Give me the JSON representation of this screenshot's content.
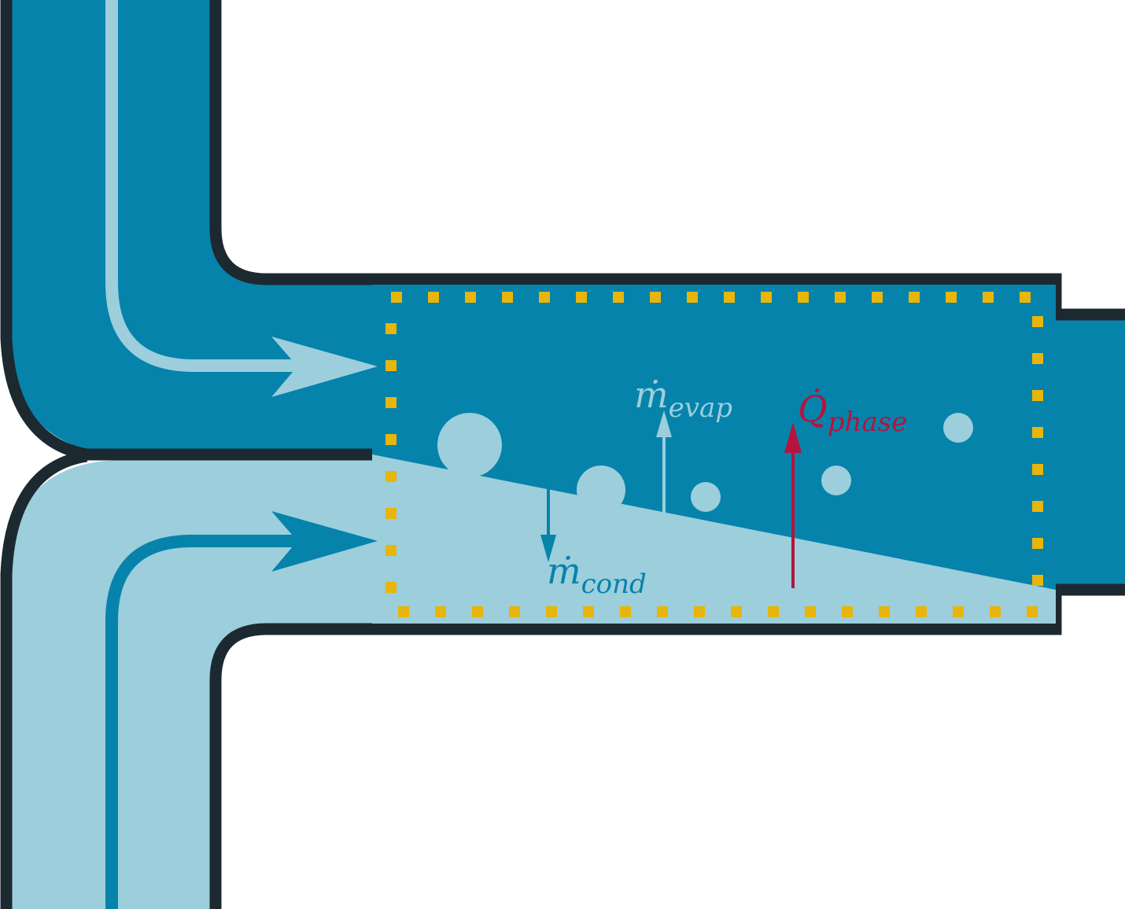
{
  "colors": {
    "vapor": "#0683ab",
    "liquid": "#9ccedc",
    "wall": "#1d2930",
    "boundary": "#e8b50b",
    "heat": "#b5143c",
    "background": "#ffffff"
  },
  "labels": {
    "evaporation": {
      "symbol": "ṁ",
      "subscript": "evap"
    },
    "condensation": {
      "symbol": "ṁ",
      "subscript": "cond"
    },
    "phase_heat": {
      "symbol": "Q̇",
      "subscript": "phase"
    }
  },
  "icons": {
    "inlet_arrow_vapor": "arrow-right-icon",
    "inlet_arrow_liquid": "arrow-right-icon",
    "evaporation_arrow": "arrow-up-icon",
    "condensation_arrow": "arrow-down-icon",
    "heat_arrow": "arrow-up-icon",
    "bubbles": "bubble-icon"
  }
}
